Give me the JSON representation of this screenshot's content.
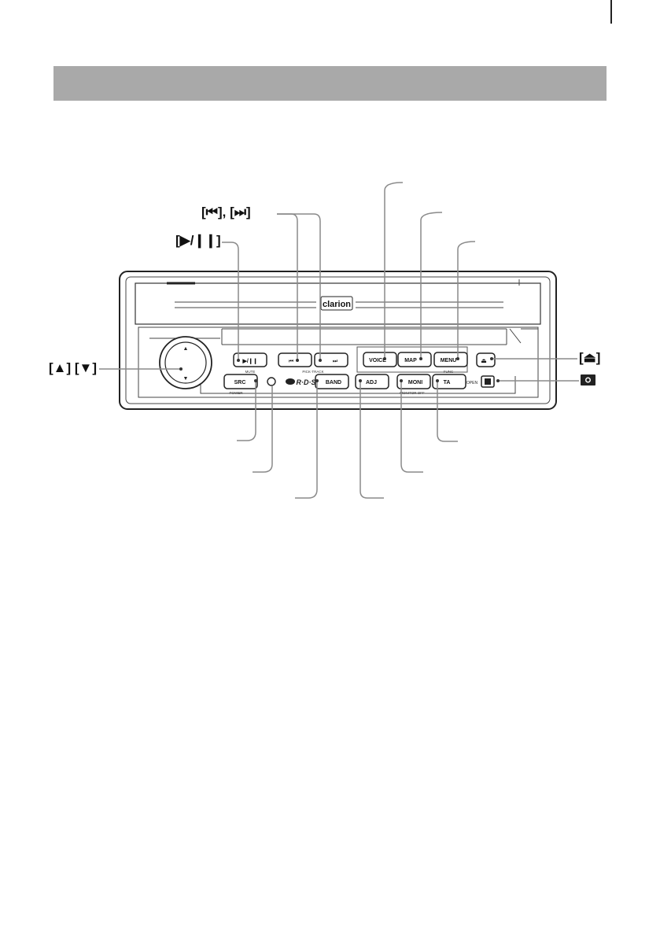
{
  "callouts": {
    "prev_next": "[⏮], [⏭]",
    "play_pause": "[▶/❙❙]",
    "up_down": "[▲] [▼]",
    "eject": "[⏏]"
  },
  "device": {
    "brand": "clarion",
    "buttons": {
      "play_pause": "▶/❙❙",
      "play_pause_sub": "MUTE",
      "prev": "⏮",
      "next": "⏭",
      "prev_next_sub": "PICK·TRACK",
      "voice": "VOICE",
      "map": "MAP",
      "menu": "MENU",
      "menu_sub": "FUNC",
      "src": "SRC",
      "src_sub": "POWER",
      "rds": "R·D·S",
      "band": "BAND",
      "adj": "ADJ",
      "moni": "MONI",
      "moni_sub": "MONITOR OFF",
      "ta": "TA",
      "open": "OPEN"
    }
  },
  "colors": {
    "header_bar": "#a9a9a9",
    "leader_line": "#8a8a8a",
    "outline": "#222222"
  }
}
